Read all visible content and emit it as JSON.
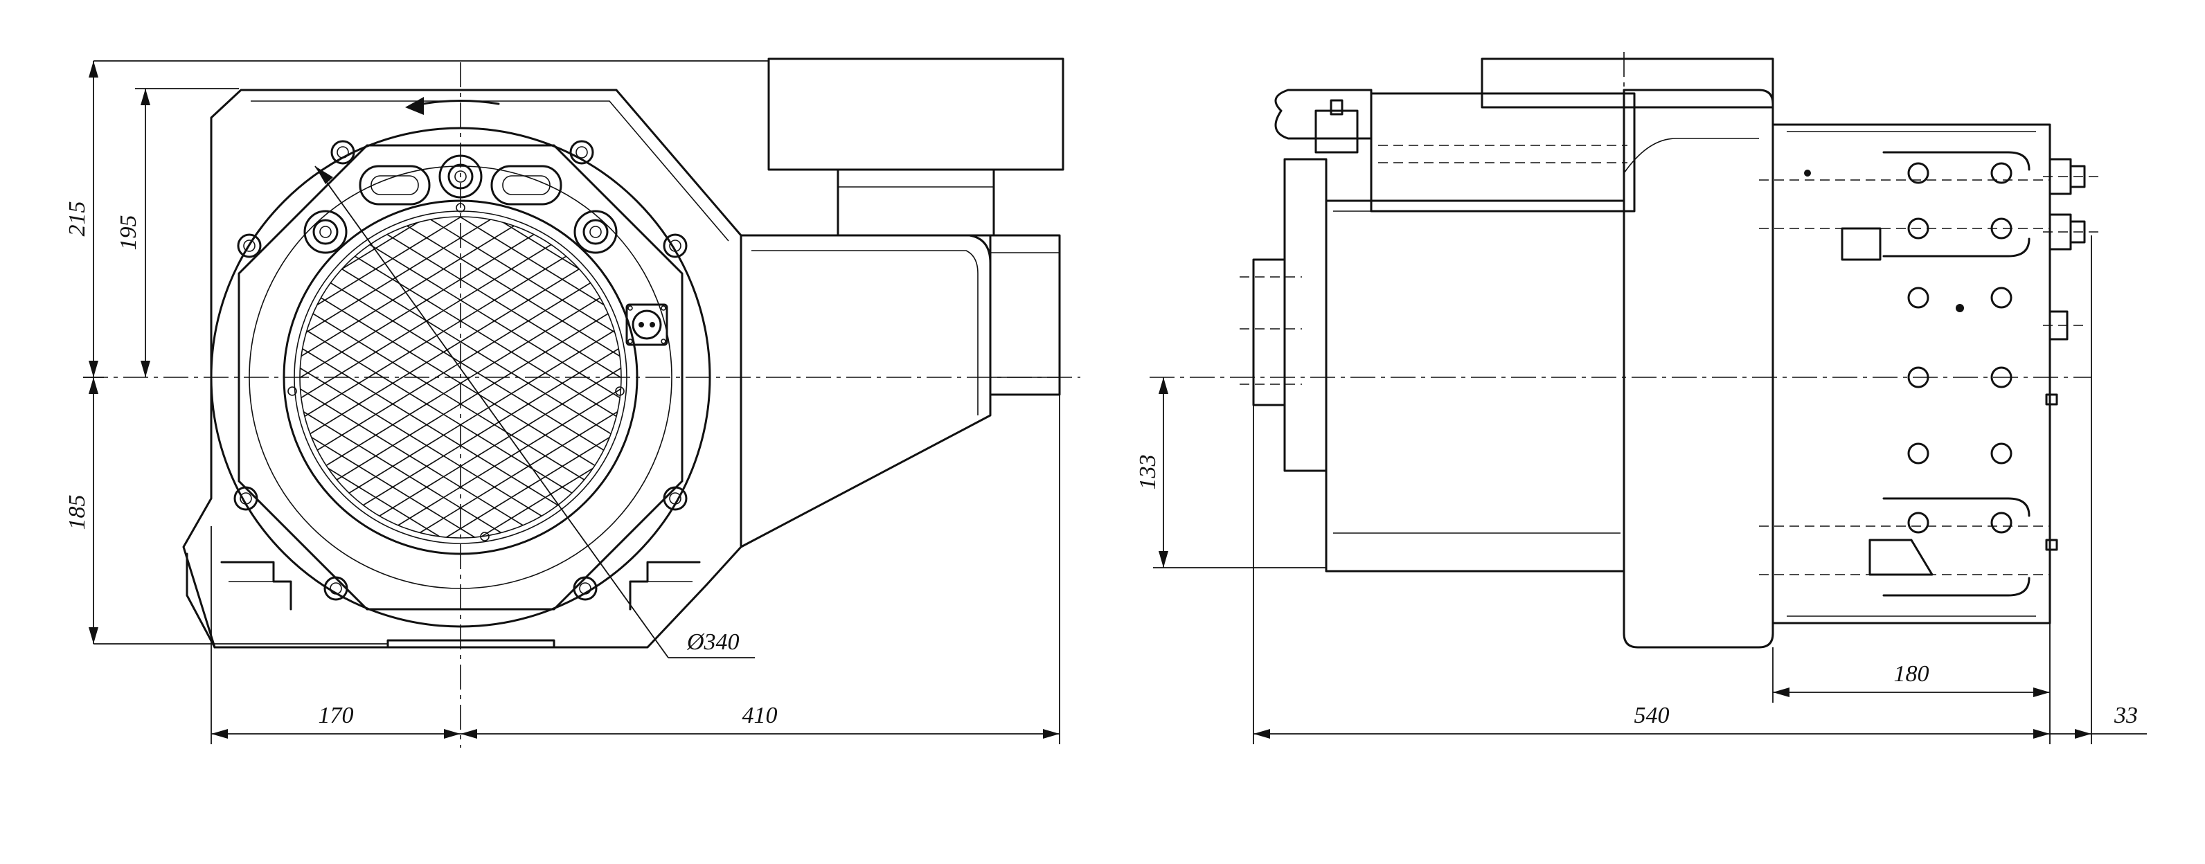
{
  "front_view": {
    "dim_height_top": "215",
    "dim_height_inner": "195",
    "dim_height_bottom": "185",
    "dim_width_left": "170",
    "dim_width_right": "410",
    "dim_diameter": "Ø340"
  },
  "side_view": {
    "dim_height": "133",
    "dim_length_total": "540",
    "dim_head_length": "180",
    "dim_terminal_offset": "33"
  }
}
